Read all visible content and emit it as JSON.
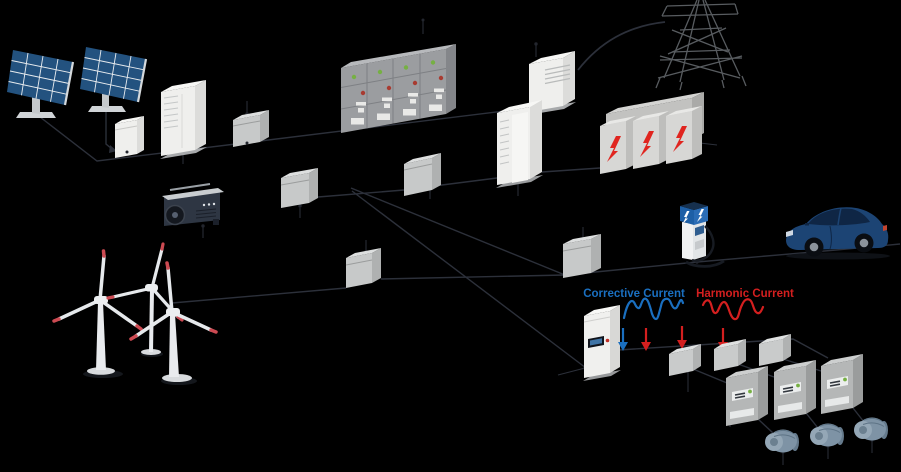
{
  "diagram": {
    "labels": {
      "corrective_current": "Corrective Current",
      "harmonic_current": "Harmonic Current"
    },
    "colors": {
      "background": "#000000",
      "corrective_blue": "#1a6fc0",
      "harmonic_red": "#d41f1f",
      "connection_line": "#2c303a",
      "solar_panel_blue": "#23527f",
      "battery_bolt_red": "#e0251f",
      "led_green": "#76b043",
      "led_red": "#a83b31",
      "ev_charger_blue": "#1d5fa6",
      "car_blue": "#1c4474"
    },
    "flow_arrows": {
      "blue_count": 1,
      "red_count": 3
    },
    "waves": {
      "corrective": {
        "color": "#1a6fc0",
        "style": "distorted-sine",
        "cycles": 2
      },
      "harmonic": {
        "color": "#d41f1f",
        "style": "distorted-sine",
        "cycles": 2
      }
    },
    "component_icons": [
      "solar-panel-icon",
      "battery-cabinet-icon",
      "string-inverter-icon",
      "junction-box-icon",
      "switchgear-panels-icon",
      "diesel-generator-icon",
      "grid-transformer-icon",
      "central-inverter-icon",
      "energy-storage-icon",
      "transmission-tower-icon",
      "ev-charging-station-icon",
      "electric-car-icon",
      "wind-turbine-icon",
      "active-harmonic-filter-icon",
      "breaker-box-icon",
      "vfd-drive-icon",
      "motor-icon",
      "lightning-bolt-icon"
    ]
  }
}
